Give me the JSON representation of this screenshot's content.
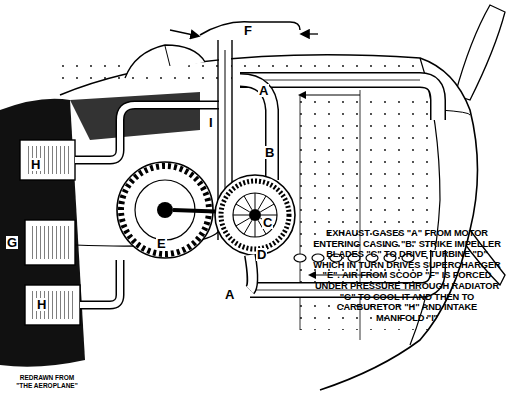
{
  "diagram": {
    "caption": "EXHAUST GASES \"A\" FROM MOTOR ENTERING CASING \"B\" STRIKE IMPELLER BLADES \"C\" TO DRIVE TURBINE \"D\" WHICH IN TURN DRIVES SUPERCHARGER \"E\". AIR FROM SCOOP \"F\" IS FORCED UNDER PRESSURE THROUGH RADIATOR \"G\" TO COOL IT AND THEN TO CARBURETOR \"H\" AND INTAKE MANIFOLD \"I\"",
    "labels": [
      "F",
      "A",
      "I",
      "B",
      "H",
      "G",
      "E",
      "C",
      "D",
      "A",
      "H",
      "REDRAWN FROM \"THE AEROPLANE\""
    ]
  }
}
